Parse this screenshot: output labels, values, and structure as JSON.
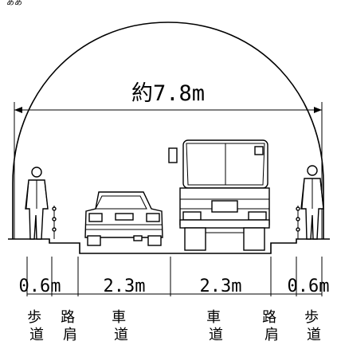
{
  "header_fragment": "ああ",
  "overall_width": "約7.8m",
  "segments": [
    {
      "width": "0.6m",
      "label": "歩道"
    },
    {
      "width": "2.3m",
      "label": "車道"
    },
    {
      "width": "2.3m",
      "label": "車道"
    },
    {
      "width": "0.6m",
      "label": "歩道"
    }
  ],
  "shoulder_label": "路肩",
  "labels": [
    "歩道",
    "路肩",
    "車道",
    "車道",
    "路肩",
    "歩道"
  ],
  "width_texts": [
    "0.6m",
    "2.3m",
    "2.3m",
    "0.6m"
  ]
}
